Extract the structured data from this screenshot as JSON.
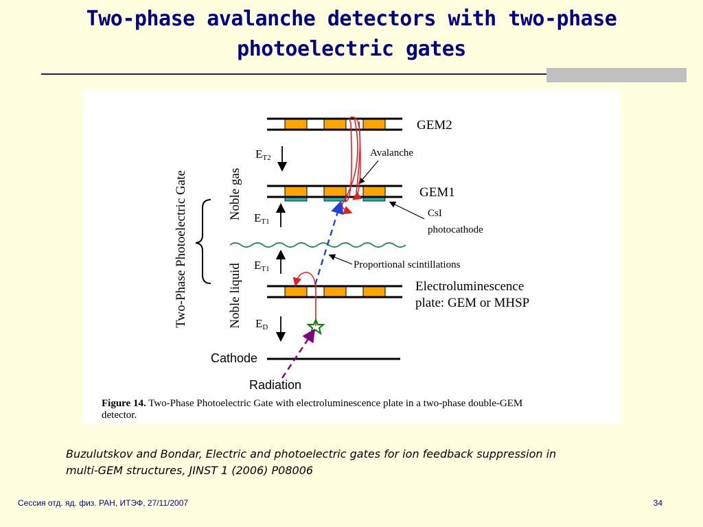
{
  "slide": {
    "title_line1": "Two-phase avalanche detectors with two-phase",
    "title_line2": "photoelectric gates",
    "citation_line1": "Buzulutskov and Bondar, Electric and photoelectric gates for ion feedback suppression in",
    "citation_line2": "multi-GEM structures, JINST 1 (2006) P08006",
    "footer_left": "Сессия отд. яд. физ. РАН, ИТЭФ, 27/11/2007",
    "page_number": "34"
  },
  "figure": {
    "side_label": "Two-Phase Photoelectric Gate",
    "noble_gas": "Noble gas",
    "noble_liquid": "Noble liquid",
    "gem2": "GEM2",
    "gem1": "GEM1",
    "avalanche": "Avalanche",
    "csi_line1": "CsI",
    "csi_line2": "photocathode",
    "prop_scint": "Proportional scintillations",
    "el_line1": "Electroluminescence",
    "el_line2": "plate: GEM or MHSP",
    "cathode": "Cathode",
    "radiation": "Radiation",
    "field_et2": "E",
    "field_et2_sub": "T2",
    "field_et1a": "E",
    "field_et1a_sub": "T1",
    "field_et1b": "E",
    "field_et1b_sub": "T1",
    "field_ed": "E",
    "field_ed_sub": "D",
    "caption_bold": "Figure 14.",
    "caption_rest": " Two-Phase Photoelectric Gate with electroluminescence plate in a two-phase double-GEM",
    "caption_line2": "detector."
  },
  "colors": {
    "title": "#000080",
    "gem_fill": "#ffa500",
    "csi_fill": "#20b2aa",
    "avalanche_red": "#e02020",
    "photon_blue": "#2040e0",
    "radiation_purple": "#800080",
    "wave_green": "#2e8b57",
    "star_green": "#008000"
  }
}
